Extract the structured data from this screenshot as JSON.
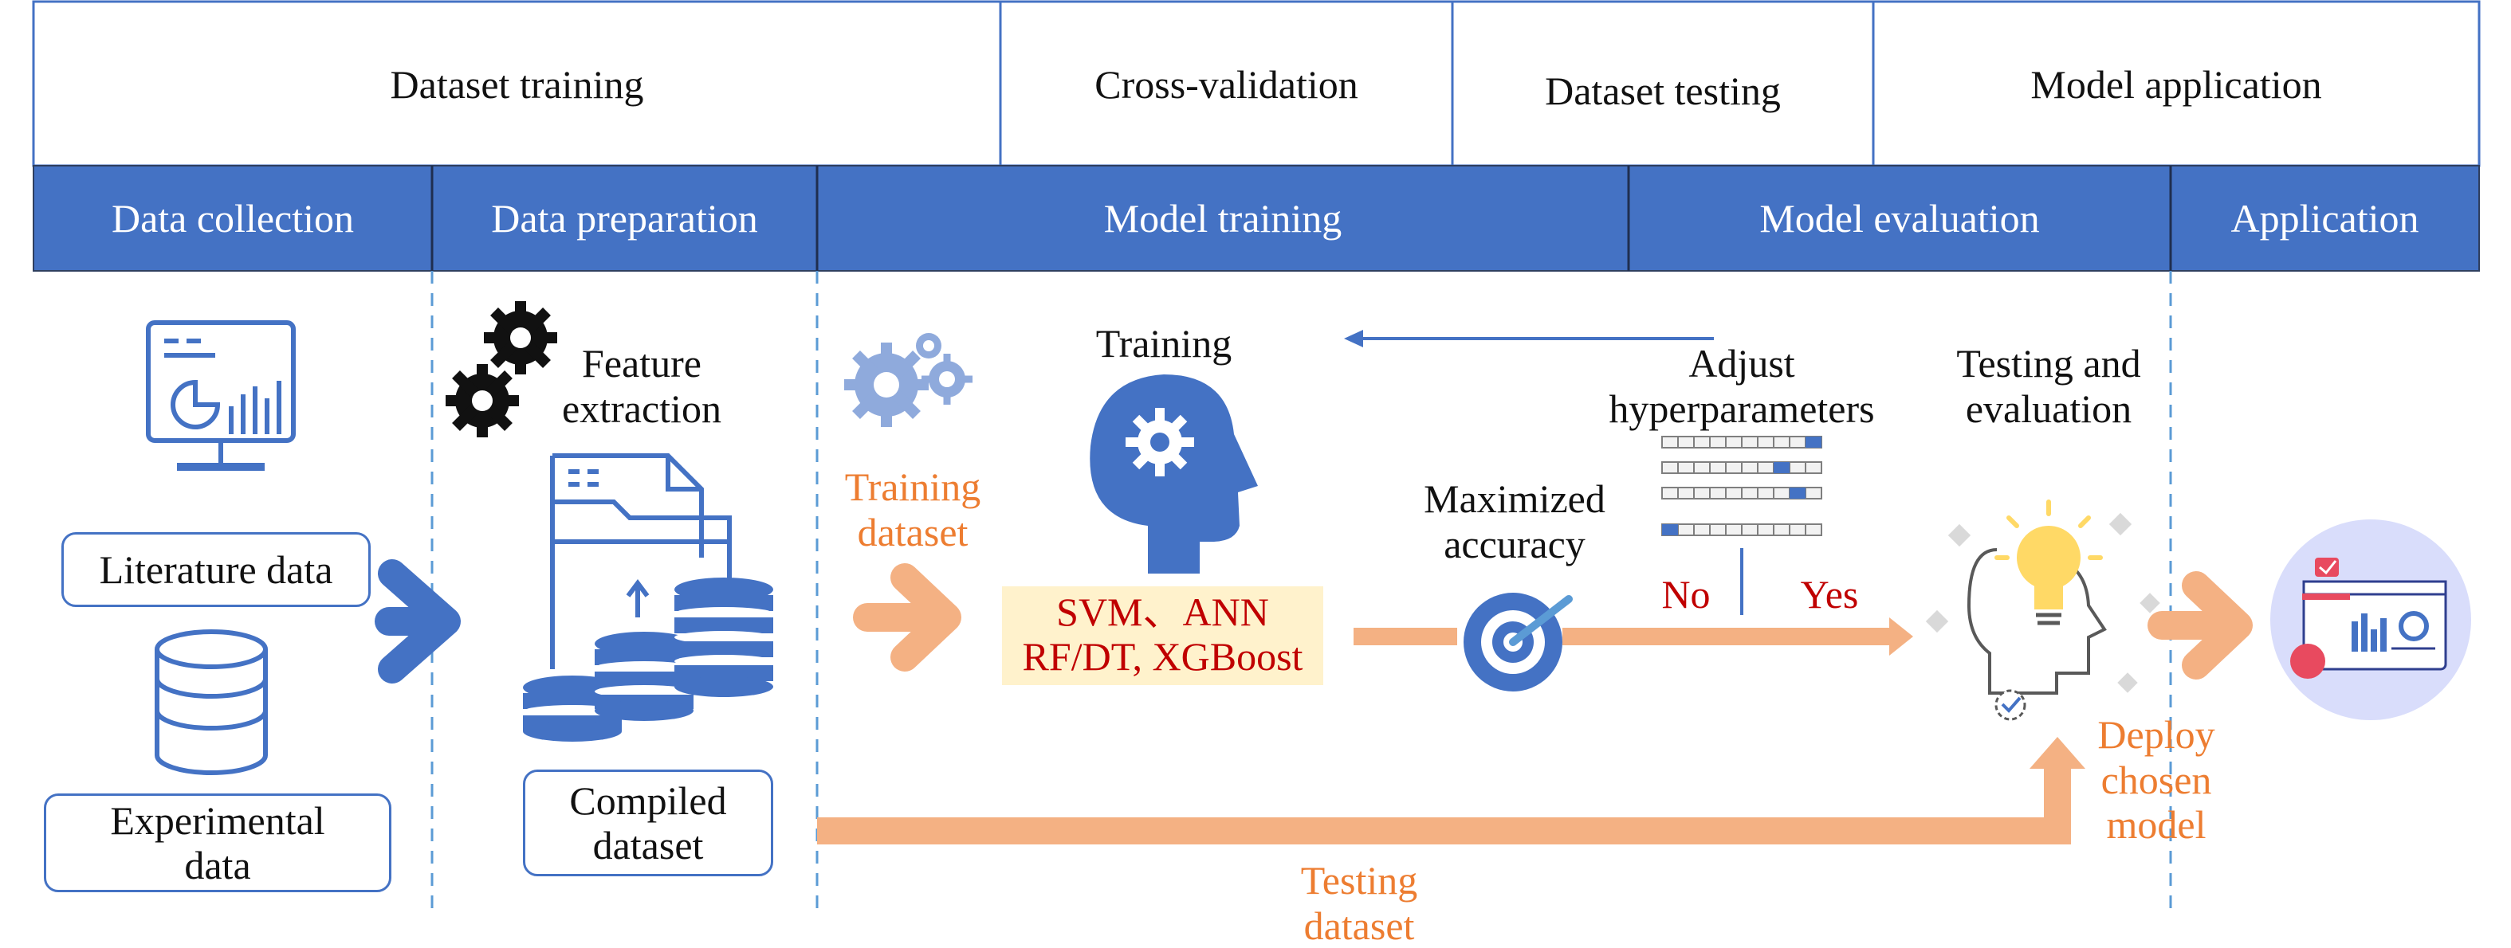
{
  "phases": {
    "dataset_training": "Dataset training",
    "cross_validation": "Cross-validation",
    "dataset_testing": "Dataset testing",
    "model_application": "Model application"
  },
  "stages": {
    "data_collection": "Data collection",
    "data_preparation": "Data preparation",
    "model_training": "Model training",
    "model_evaluation": "Model evaluation",
    "application": "Application"
  },
  "sources": {
    "literature": "Literature data",
    "experimental": "Experimental data"
  },
  "preparation": {
    "feature_extraction": "Feature extraction",
    "compiled_dataset": "Compiled dataset"
  },
  "training": {
    "training_dataset": "Training dataset",
    "title": "Training",
    "algorithms_line1": "SVM、ANN",
    "algorithms_line2": "RF/DT, XGBoost"
  },
  "evaluation": {
    "maximized_accuracy": "Maximized accuracy",
    "adjust_hyperparameters": "Adjust hyperparameters",
    "no": "No",
    "yes": "Yes",
    "testing_and_evaluation": "Testing and evaluation"
  },
  "testing_dataset": "Testing dataset",
  "deploy": "Deploy chosen model",
  "colors": {
    "brand_blue": "#4472C4",
    "orange_text": "#ED7D31",
    "orange_arrow": "#F4B183",
    "red_text": "#C00000",
    "algo_bg": "#FFF2CC",
    "bulb_yellow": "#FFD966",
    "app_circle": "#D9DDFB"
  },
  "icons": [
    "dashboard-monitor-icon",
    "database-icon",
    "gear-icon",
    "document-stack-icon",
    "head-gear-icon",
    "target-icon",
    "hyperparameter-grid-icon",
    "lightbulb-head-icon",
    "analytics-dashboard-icon"
  ]
}
